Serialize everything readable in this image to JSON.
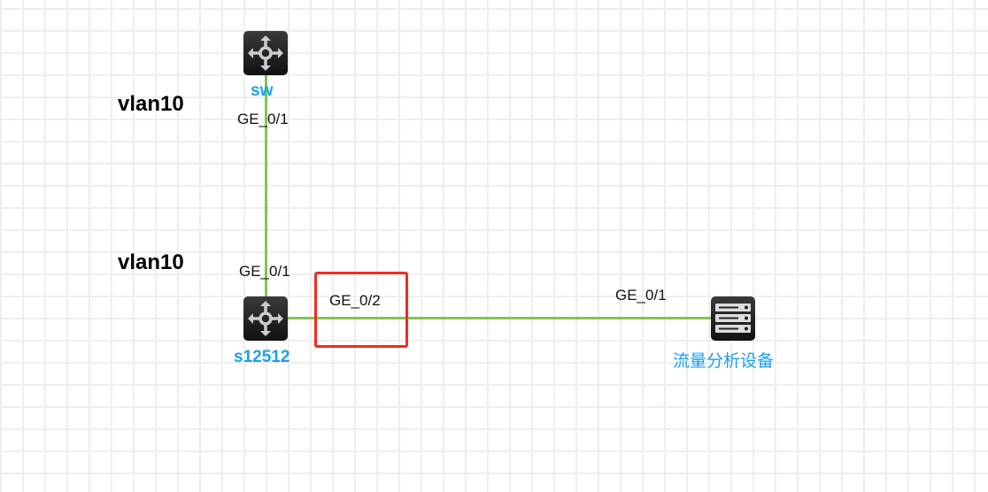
{
  "diagram": {
    "colors": {
      "link": "#7dc850",
      "device_label": "#1aa0ee",
      "highlight": "#f22c1f"
    },
    "vlans": [
      "vlan10",
      "vlan10"
    ],
    "devices": [
      {
        "name": "sw",
        "icon": "switch-icon"
      },
      {
        "name": "s12512",
        "icon": "switch-icon"
      },
      {
        "name": "流量分析设备",
        "icon": "server-icon"
      }
    ],
    "ports": {
      "sw_port": "GE_0/1",
      "s12512_up_port": "GE_0/1",
      "s12512_right_port": "GE_0/2",
      "analyzer_port": "GE_0/1"
    }
  }
}
